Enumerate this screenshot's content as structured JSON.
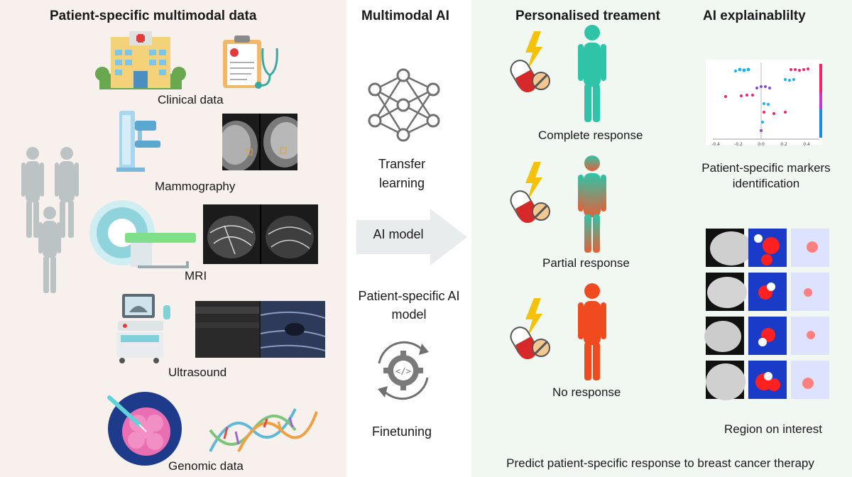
{
  "headers": {
    "data": "Patient-specific multimodal data",
    "ai": "Multimodal AI",
    "treatment": "Personalised treament",
    "explain": "AI explainablilty"
  },
  "modalities": {
    "clinical": "Clinical data",
    "mammo": "Mammography",
    "mri": "MRI",
    "us": "Ultrasound",
    "genomic": "Genomic data"
  },
  "ai_steps": {
    "transfer": "Transfer learning",
    "model": "AI model",
    "patient_model": "Patient-specific AI model",
    "finetune": "Finetuning"
  },
  "responses": {
    "complete": "Complete response",
    "partial": "Partial response",
    "none": "No response"
  },
  "explain": {
    "markers": "Patient-specific markers identification",
    "roi": "Region on interest",
    "shap_ticks": [
      "-0.4",
      "-0.2",
      "0.0",
      "0.2",
      "0.4"
    ]
  },
  "footer": "Predict patient-specific response to breast cancer therapy",
  "colors": {
    "complete": "#2fc4a8",
    "partial_top": "#2fc4a8",
    "partial_bottom": "#e4603a",
    "none": "#f04a1f",
    "left_bg": "#f8f0ec",
    "right_bg": "#f1f8f2"
  }
}
